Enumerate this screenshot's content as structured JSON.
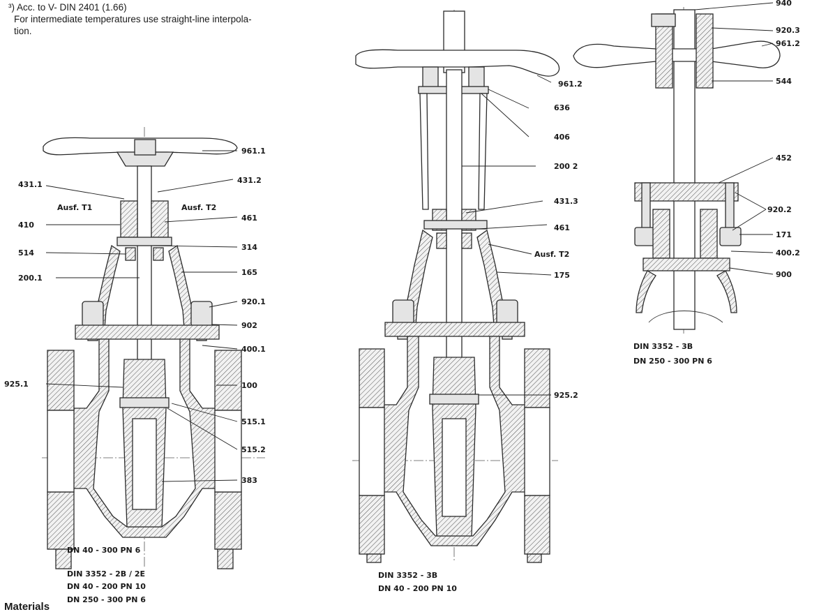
{
  "footnote": {
    "line1": "³) Acc. to V- DIN 2401 (1.66)",
    "line2": "For intermediate temperatures use straight-line interpola-",
    "line3": "tion."
  },
  "views": {
    "left": {
      "labels": {
        "l961_1": "961.1",
        "l431_1": "431.1",
        "l431_2": "431.2",
        "ausf_t1": "Ausf. T1",
        "ausf_t2": "Ausf. T2",
        "l410": "410",
        "l461": "461",
        "l514": "514",
        "l314": "314",
        "l200_1": "200.1",
        "l165": "165",
        "l920_1": "920.1",
        "l902": "902",
        "l400_1": "400.1",
        "l925_1": "925.1",
        "l100": "100",
        "l515_1": "515.1",
        "l515_2": "515.2",
        "l383": "383"
      },
      "caption1": "DN 40 - 300 PN 6",
      "caption2": "DIN 3352 - 2B / 2E",
      "caption3": "DN   40 - 200 PN 10",
      "caption4": "DN 250 - 300 PN 6"
    },
    "middle": {
      "labels": {
        "l961_2": "961.2",
        "l636": "636",
        "l406": "406",
        "l200_2": "200 2",
        "l431_3": "431.3",
        "l461": "461",
        "ausf_t2": "Ausf. T2",
        "l175": "175",
        "l925_2": "925.2"
      },
      "caption1": "DIN 3352 - 3B",
      "caption2": "DN 40 - 200 PN 10"
    },
    "right": {
      "labels": {
        "l940": "940",
        "l920_3": "920.3",
        "l961_2": "961.2",
        "l544": "544",
        "l452": "452",
        "l920_2": "920.2",
        "l171": "171",
        "l400_2": "400.2",
        "l900": "900"
      },
      "caption1": "DIN 3352 - 3B",
      "caption2": "DN 250 - 300 PN 6"
    }
  },
  "section_heading": "Materials"
}
